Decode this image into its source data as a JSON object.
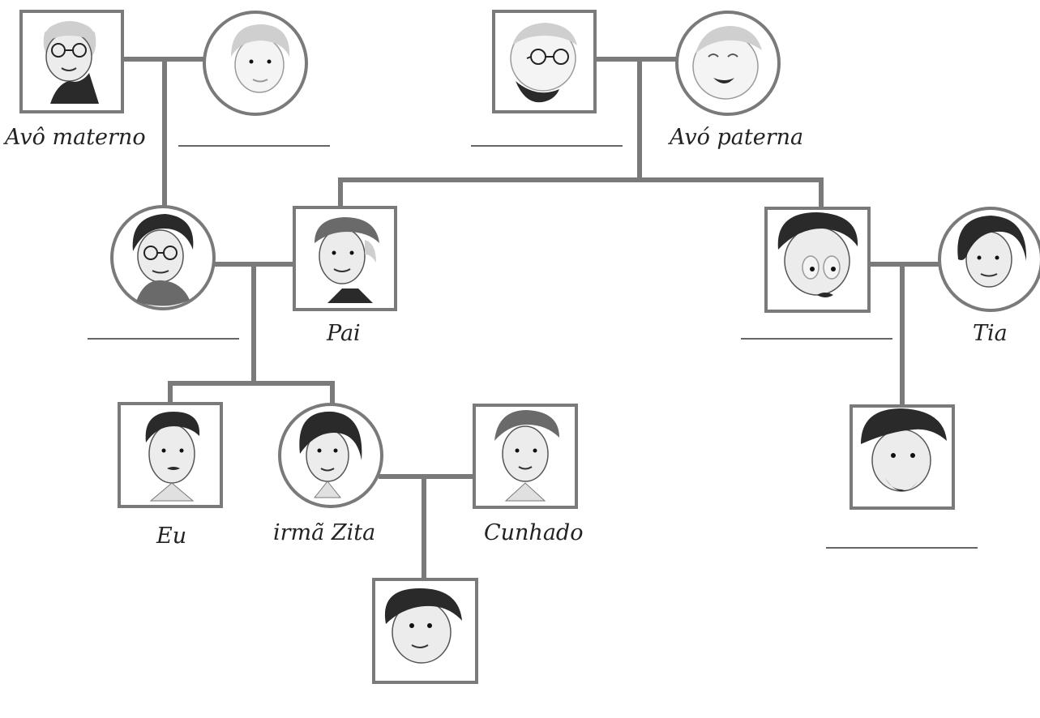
{
  "labels": {
    "avo_materno": "Avô materno",
    "avo_paterna": "Avó paterna",
    "pai": "Pai",
    "tia": "Tia",
    "eu": "Eu",
    "irma_zita": "irmã Zita",
    "cunhado": "Cunhado"
  },
  "colors": {
    "connector": "#7a7a7a",
    "frame": "#7a7a7a",
    "text": "#222222"
  }
}
